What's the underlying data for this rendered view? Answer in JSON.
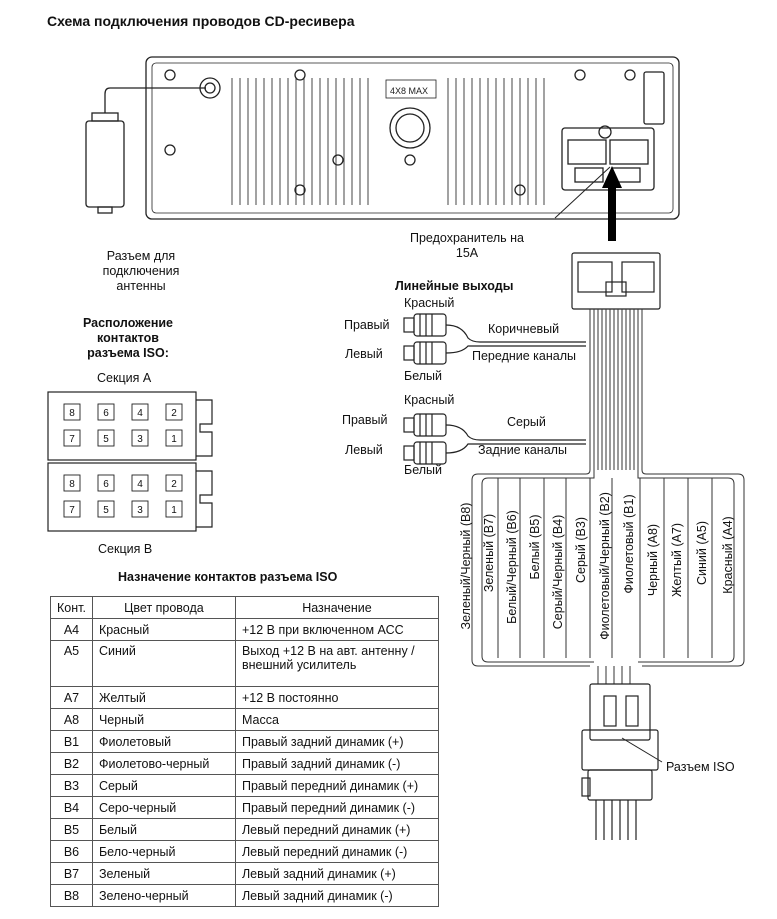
{
  "title": "Схема подключения проводов CD-ресивера",
  "head_unit": {
    "max_label": "4X8 MAX"
  },
  "labels": {
    "antenna": "Разъем для подключения антенны",
    "fuse": "Предохранитель на 15А",
    "line_outputs": "Линейные выходы",
    "iso_layout_heading": "Расположение контактов разъема ISO:",
    "section_a": "Секция А",
    "section_b": "Секция В",
    "iso_connector": "Разъем ISO",
    "assignment_heading": "Назначение контактов разъема ISO"
  },
  "front_outputs": {
    "top_color": "Красный",
    "right": "Правый",
    "left": "Левый",
    "bottom_color": "Белый",
    "wire_color": "Коричневый",
    "description": "Передние каналы"
  },
  "rear_outputs": {
    "top_color": "Красный",
    "right": "Правый",
    "left": "Левый",
    "bottom_color": "Белый",
    "wire_color": "Серый",
    "description": "Задние каналы"
  },
  "pin_grid": {
    "top": [
      "8",
      "6",
      "4",
      "2"
    ],
    "bottom": [
      "7",
      "5",
      "3",
      "1"
    ]
  },
  "harness_wires": [
    "Зеленый/Черный (В8)",
    "Зеленый (В7)",
    "Белый/Черный (В6)",
    "Белый (В5)",
    "Серый/Черный (В4)",
    "Серый (В3)",
    "Фиолетовый/Черный (В2)",
    "Фиолетовый (В1)",
    "Черный (А8)",
    "Желтый (А7)",
    "Синий (А5)",
    "Красный (А4)"
  ],
  "table": {
    "headers": [
      "Конт.",
      "Цвет провода",
      "Назначение"
    ],
    "rows": [
      [
        "А4",
        "Красный",
        "+12 В при включенном АСС"
      ],
      [
        "А5",
        "Синий",
        "Выход +12 В на авт. антенну / внешний усилитель"
      ],
      [
        "А7",
        "Желтый",
        "+12 В постоянно"
      ],
      [
        "А8",
        "Черный",
        "Масса"
      ],
      [
        "В1",
        "Фиолетовый",
        "Правый задний динамик (+)"
      ],
      [
        "В2",
        "Фиолетово-черный",
        "Правый задний динамик (-)"
      ],
      [
        "В3",
        "Серый",
        "Правый передний динамик (+)"
      ],
      [
        "В4",
        "Серо-черный",
        "Правый передний динамик (-)"
      ],
      [
        "В5",
        "Белый",
        "Левый передний динамик (+)"
      ],
      [
        "В6",
        "Бело-черный",
        "Левый передний динамик (-)"
      ],
      [
        "В7",
        "Зеленый",
        "Левый задний динамик (+)"
      ],
      [
        "В8",
        "Зелено-черный",
        "Левый задний динамик (-)"
      ]
    ]
  }
}
